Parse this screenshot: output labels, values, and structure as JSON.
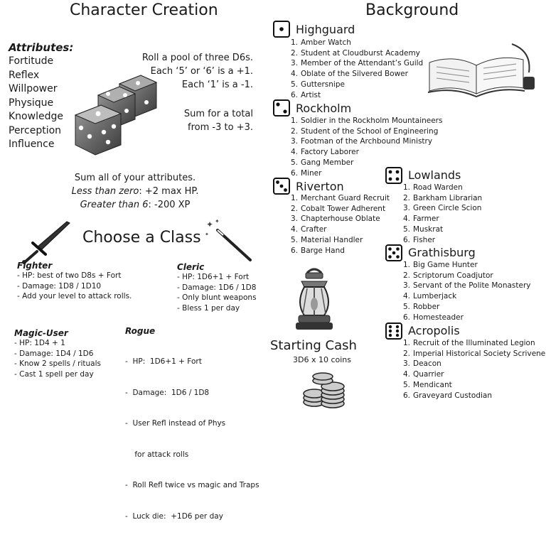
{
  "character_creation": {
    "title": "Character Creation",
    "attributes_title": "Attributes:",
    "attributes": [
      "Fortitude",
      "Reflex",
      "Willpower",
      "Physique",
      "Knowledge",
      "Perception",
      "Influence"
    ],
    "roll_lines": [
      "Roll a pool of three D6s.",
      "Each ‘5’ or ‘6’ is a +1.",
      "Each ‘1’ is a -1."
    ],
    "sum_lines": [
      "Sum for a total",
      "from -3 to +3."
    ],
    "sum_all": {
      "line1": "Sum all of your attributes.",
      "less_label": "Less than zero",
      "less_value": ":  +2 max HP.",
      "greater_label": "Greater than 6",
      "greater_value": ":  -200 XP"
    }
  },
  "choose_class": {
    "title": "Choose a Class",
    "classes": {
      "fighter": {
        "name": "Fighter",
        "items": [
          "-  HP:  best of two D8s + Fort",
          "-  Damage:  1D8 / 1D10",
          "-  Add your level to attack rolls."
        ]
      },
      "cleric": {
        "name": "Cleric",
        "items": [
          "-  HP:  1D6+1 + Fort",
          "-  Damage:  1D6 / 1D8",
          "-  Only blunt weapons",
          "-  Bless 1 per day"
        ]
      },
      "magic_user": {
        "name": "Magic-User",
        "items": [
          "-  HP:  1D4 + 1",
          "-  Damage:  1D4 / 1D6",
          "-  Know 2 spells / rituals",
          "-  Cast 1 spell per day"
        ]
      },
      "rogue": {
        "name": "Rogue",
        "items": [
          "-  HP:  1D6+1 + Fort",
          "-  Damage:  1D6 / 1D8",
          "-  User Refl instead of Phys",
          "    for attack rolls",
          "-  Roll Refl twice vs magic and Traps",
          "-  Luck die:  +1D6 per day"
        ]
      }
    }
  },
  "background": {
    "title": "Background",
    "regions": {
      "highguard": {
        "name": "Highguard",
        "items": [
          "Amber Watch",
          "Student at Cloudburst Academy",
          "Member of the Attendant’s Guild",
          "Oblate of the Silvered Bower",
          "Guttersnipe",
          "Artist"
        ]
      },
      "rockholm": {
        "name": "Rockholm",
        "items": [
          "Soldier in the Rockholm Mountaineers",
          "Student of the School of Engineering",
          "Footman of the Archbound Ministry",
          "Factory Laborer",
          "Gang Member",
          "Miner"
        ]
      },
      "riverton": {
        "name": "Riverton",
        "items": [
          "Merchant Guard Recruit",
          "Cobalt Tower Adherent",
          "Chapterhouse Oblate",
          "Crafter",
          "Material Handler",
          "Barge Hand"
        ]
      },
      "lowlands": {
        "name": "Lowlands",
        "items": [
          "Road Warden",
          "Barkham Librarian",
          "Green Circle Scion",
          "Farmer",
          "Muskrat",
          "Fisher"
        ]
      },
      "grathisburg": {
        "name": "Grathisburg",
        "items": [
          "Big Game Hunter",
          "Scriptorum Coadjutor",
          "Servant of the Polite Monastery",
          "Lumberjack",
          "Robber",
          "Homesteader"
        ]
      },
      "acropolis": {
        "name": "Acropolis",
        "items": [
          "Recruit of the Illuminated Legion",
          "Imperial Historical Society Scrivener",
          "Deacon",
          "Quarrier",
          "Mendicant",
          "Graveyard Custodian"
        ]
      }
    },
    "numbers": [
      "1.",
      "2.",
      "3.",
      "4.",
      "5.",
      "6."
    ]
  },
  "starting_cash": {
    "title": "Starting Cash",
    "formula": "3D6 x 10 coins"
  },
  "icons": [
    "dice-icon",
    "sword-icon",
    "wand-icon",
    "book-icon",
    "lantern-icon",
    "coins-icon",
    "die-face-1-icon",
    "die-face-2-icon",
    "die-face-3-icon",
    "die-face-4-icon",
    "die-face-5-icon",
    "die-face-6-icon"
  ]
}
